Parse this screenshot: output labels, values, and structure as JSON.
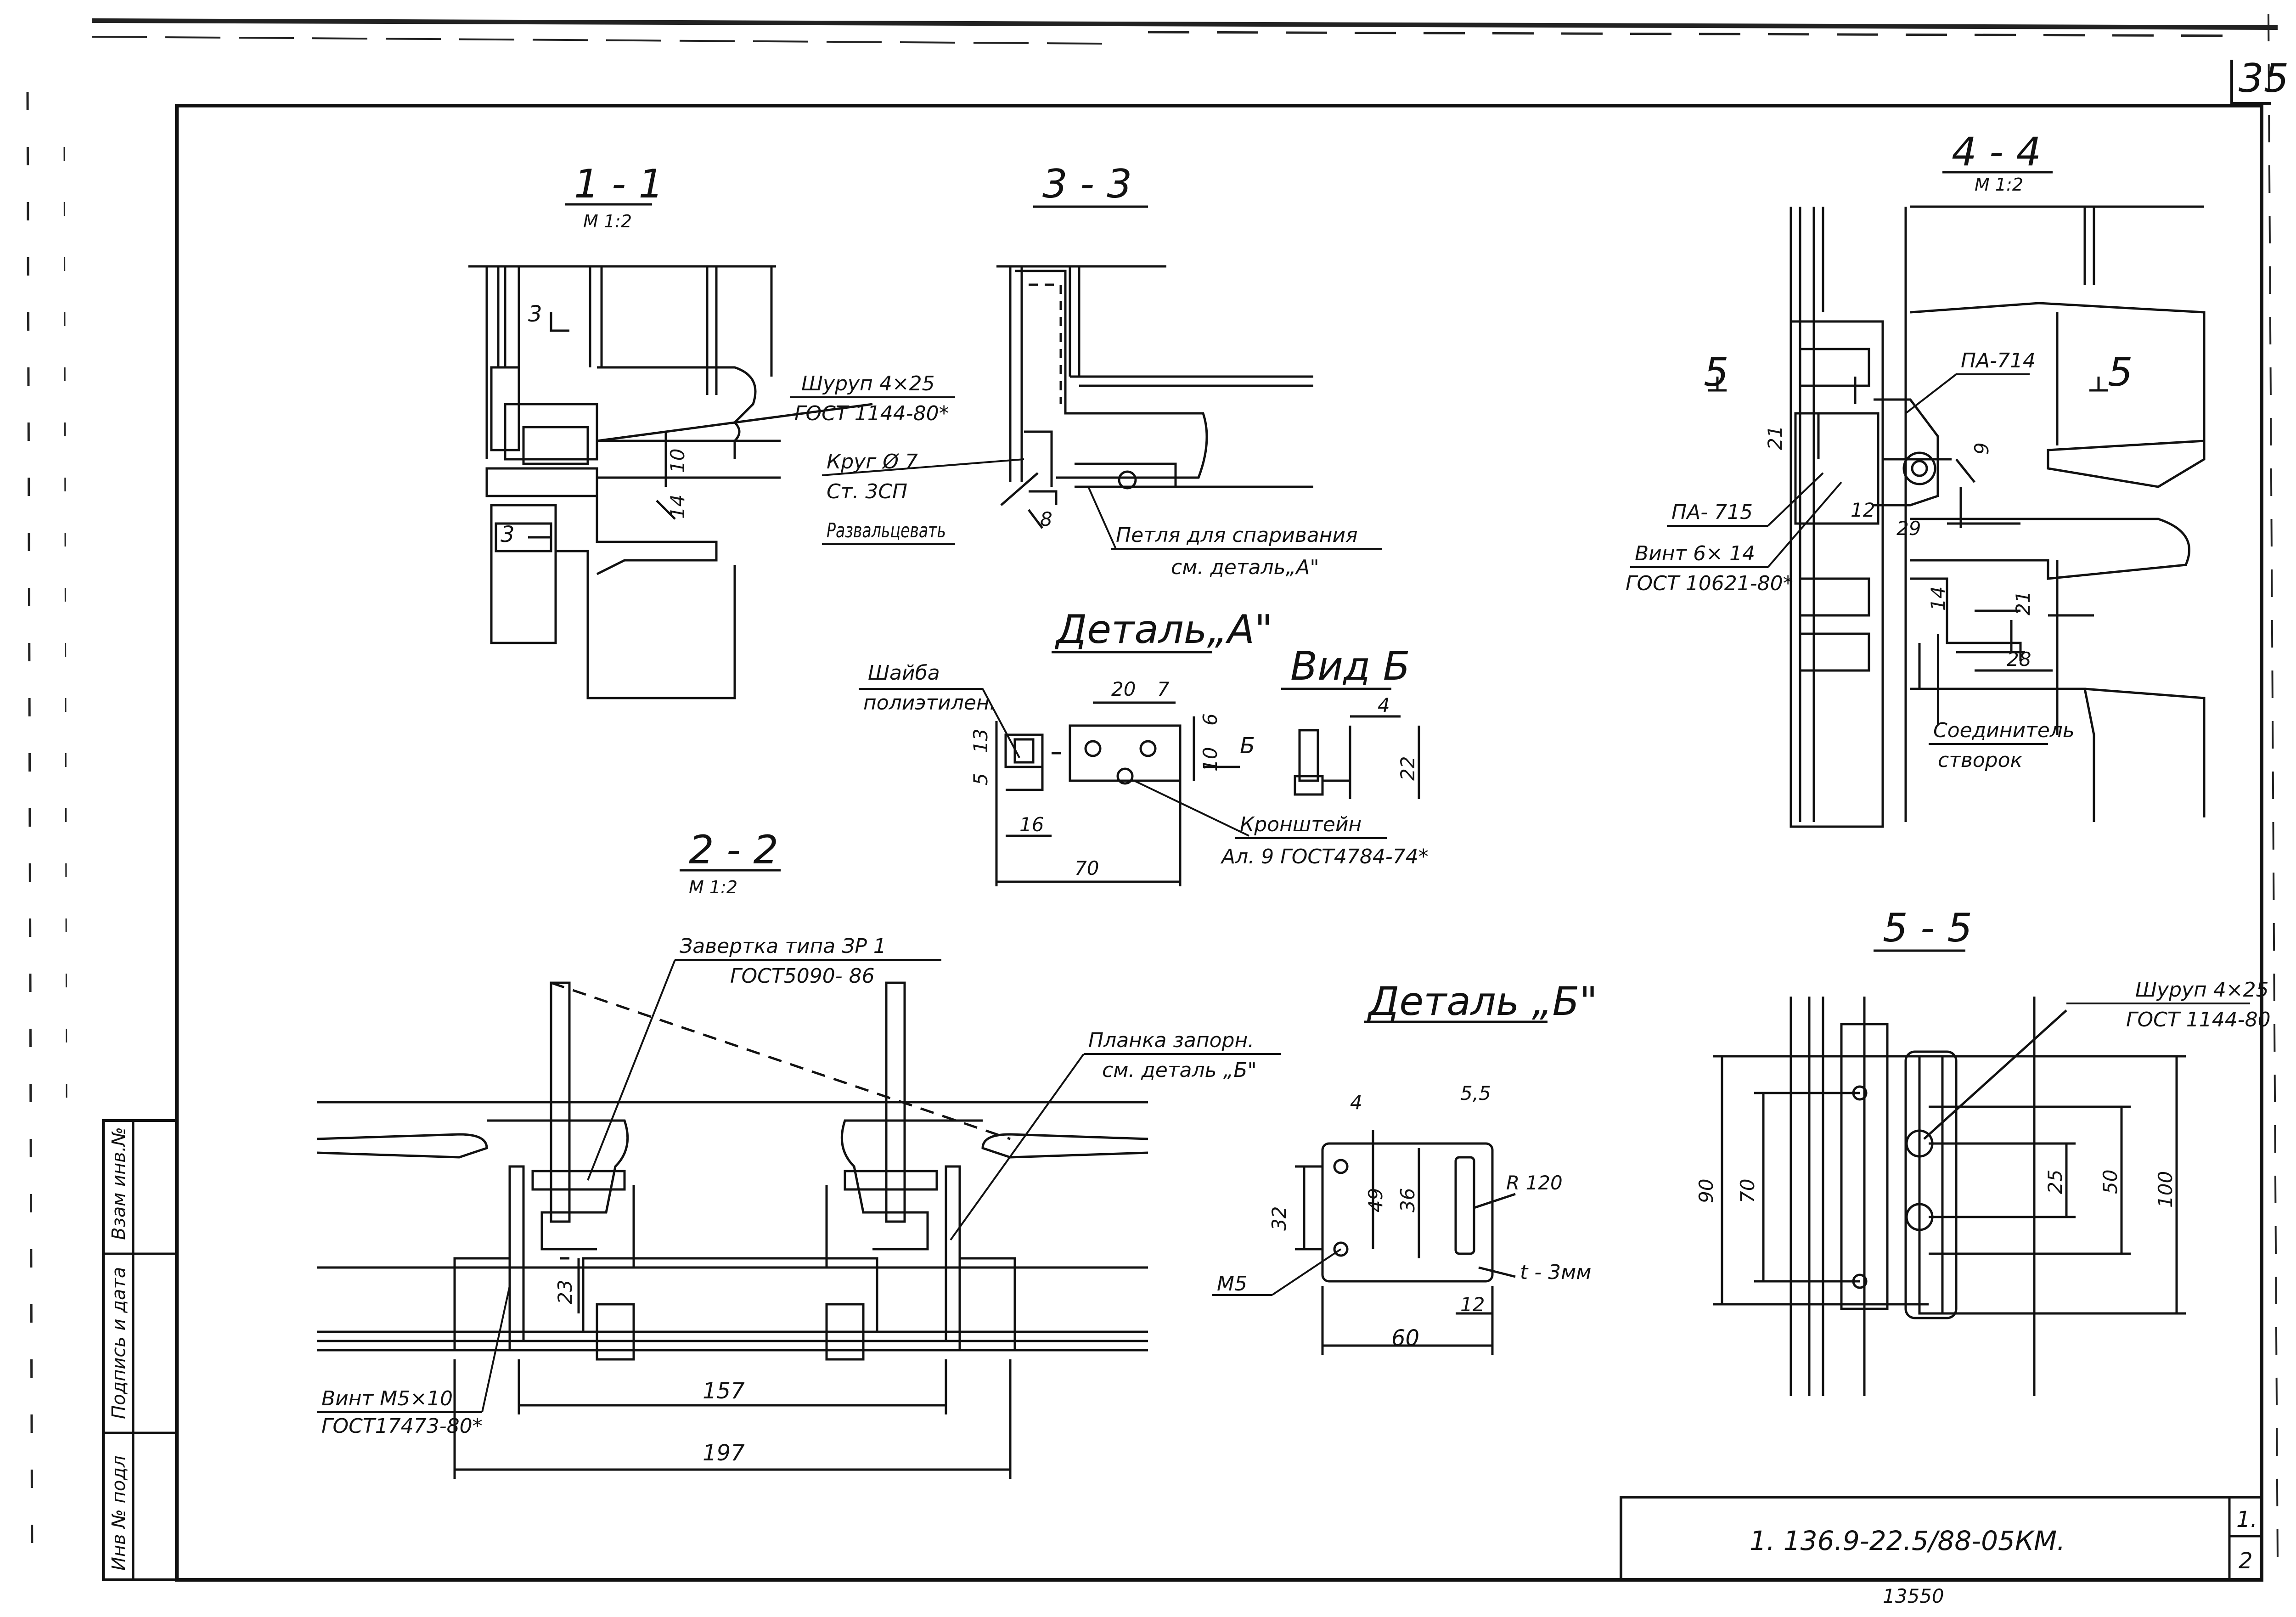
{
  "sheet": {
    "page_number": "35",
    "document_code": "1. 136.9-22.5/88-05КМ.",
    "sheet_index": "1.",
    "sheet_count": "2",
    "footer_stamp": "13550"
  },
  "side_stamp": {
    "col1": "Взам инв.№",
    "col2": "Подпись и дата",
    "col3": "Инв № подл"
  },
  "sections": {
    "s11": {
      "title": "1 - 1",
      "scale": "М 1:2"
    },
    "s33": {
      "title": "3 - 3"
    },
    "s44": {
      "title": "4 - 4",
      "scale": "М 1:2"
    },
    "s22": {
      "title": "2 - 2",
      "scale": "М 1:2"
    },
    "s55": {
      "title": "5 - 5"
    },
    "detail_a": {
      "title": "Деталь„А\""
    },
    "view_b": {
      "title": "Вид Б"
    },
    "detail_b": {
      "title": "Деталь „Б\""
    }
  },
  "labels": {
    "screw1_name": "Шуруп 4×25",
    "screw1_std": "ГОСТ 1144-80*",
    "round_name": "Круг Ø 7",
    "round_mat": "Ст. 3СП",
    "flare1": "Развальцевать",
    "hinge_line1": "Петля для спаривания",
    "hinge_line2": "см. деталь„А\"",
    "washer_line1": "Шайба",
    "washer_line2": "полиэтилен.",
    "bracket_line1": "Кронштейн",
    "bracket_line2": "Ал. 9 ГОСТ4784-74*",
    "pa714": "ПА-714",
    "pa715": "ПА- 715",
    "screw614_name": "Винт 6× 14",
    "screw614_std": "ГОСТ 10621-80*",
    "connector_line1": "Соединитель",
    "connector_line2": "створок",
    "cut5_left": "5",
    "cut5_right": "5",
    "cut3_top": "3",
    "cut3_bottom": "3",
    "latch_line1": "Завертка типа ЗР 1",
    "latch_line2": "ГОСТ5090- 86",
    "plate_line1": "Планка запорн.",
    "plate_line2": "см. деталь „Б\"",
    "screw510_name": "Винт М5×10",
    "screw510_std": "ГОСТ17473-80*",
    "m5": "М5",
    "thickness": "t - 3мм",
    "radius": "R 120",
    "screw2_name": "Шуруп 4×25",
    "screw2_std": "ГОСТ 1144-80"
  },
  "dimensions": {
    "s11": [
      "10",
      "14"
    ],
    "s33": [
      "8"
    ],
    "detail_a": [
      "20",
      "7",
      "6",
      "10",
      "13",
      "5",
      "16",
      "70"
    ],
    "view_b": [
      "4",
      "22"
    ],
    "b_arrow": "Б",
    "s44": [
      "21",
      "9",
      "12",
      "29",
      "14",
      "21",
      "28"
    ],
    "s22": [
      "23",
      "157",
      "197"
    ],
    "detail_b": [
      "4",
      "5,5",
      "32",
      "49",
      "36",
      "12",
      "60"
    ],
    "s55": [
      "90",
      "70",
      "25",
      "50",
      "100"
    ]
  }
}
